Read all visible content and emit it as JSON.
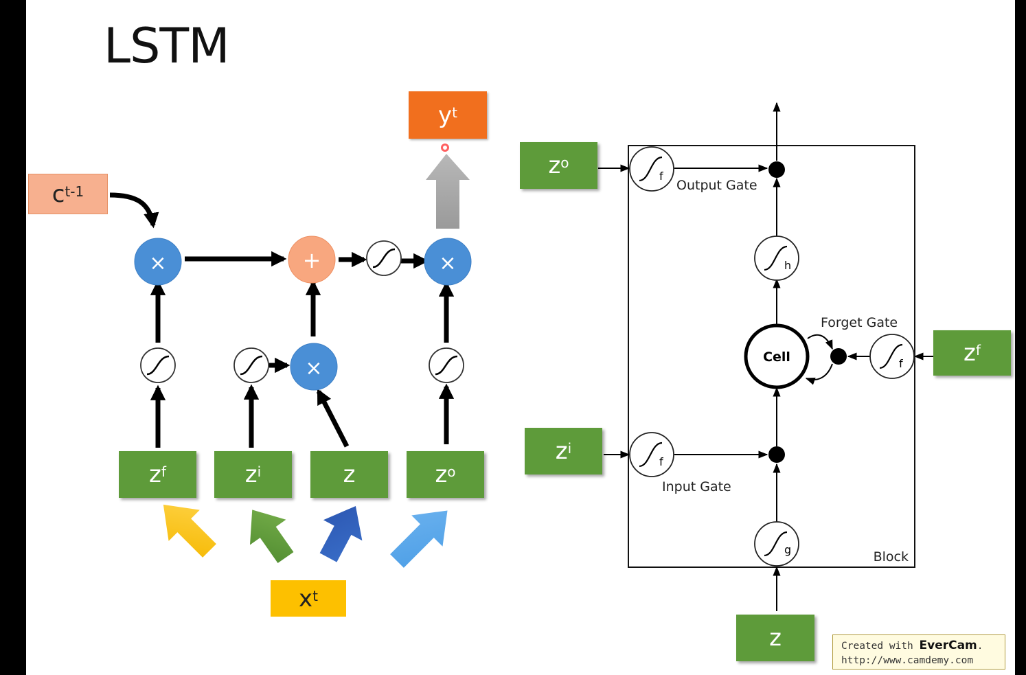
{
  "title": "LSTM",
  "left_diagram": {
    "inputs": [
      {
        "base": "z",
        "sup": "f"
      },
      {
        "base": "z",
        "sup": "i"
      },
      {
        "base": "z",
        "sup": ""
      },
      {
        "base": "z",
        "sup": "o"
      }
    ],
    "prev_cell": {
      "base": "c",
      "sup": "t-1"
    },
    "output": {
      "base": "y",
      "sup": "t"
    },
    "input": {
      "base": "x",
      "sup": "t"
    },
    "multiply_symbol": "×",
    "add_symbol": "+"
  },
  "right_diagram": {
    "block_label": "Block",
    "cell_label": "Cell",
    "gates": {
      "output": "Output Gate",
      "forget": "Forget Gate",
      "input": "Input Gate"
    },
    "activation_subscripts": {
      "gate": "f",
      "cell_out": "h",
      "cell_in": "g"
    },
    "inputs": {
      "zo": {
        "base": "z",
        "sup": "o"
      },
      "zi": {
        "base": "z",
        "sup": "i"
      },
      "zf": {
        "base": "z",
        "sup": "f"
      },
      "z": {
        "base": "z",
        "sup": ""
      }
    }
  },
  "watermark": {
    "prefix": "Created with ",
    "brand": "EverCam",
    "suffix": ".",
    "url": "http://www.camdemy.com"
  },
  "colors": {
    "green": "#5e9b3a",
    "blue_node": "#4a8fd6",
    "orange_node": "#f8a77f",
    "output_box": "#f16f1e",
    "input_box": "#fdc000",
    "prev_cell_box": "#f7b08f"
  }
}
